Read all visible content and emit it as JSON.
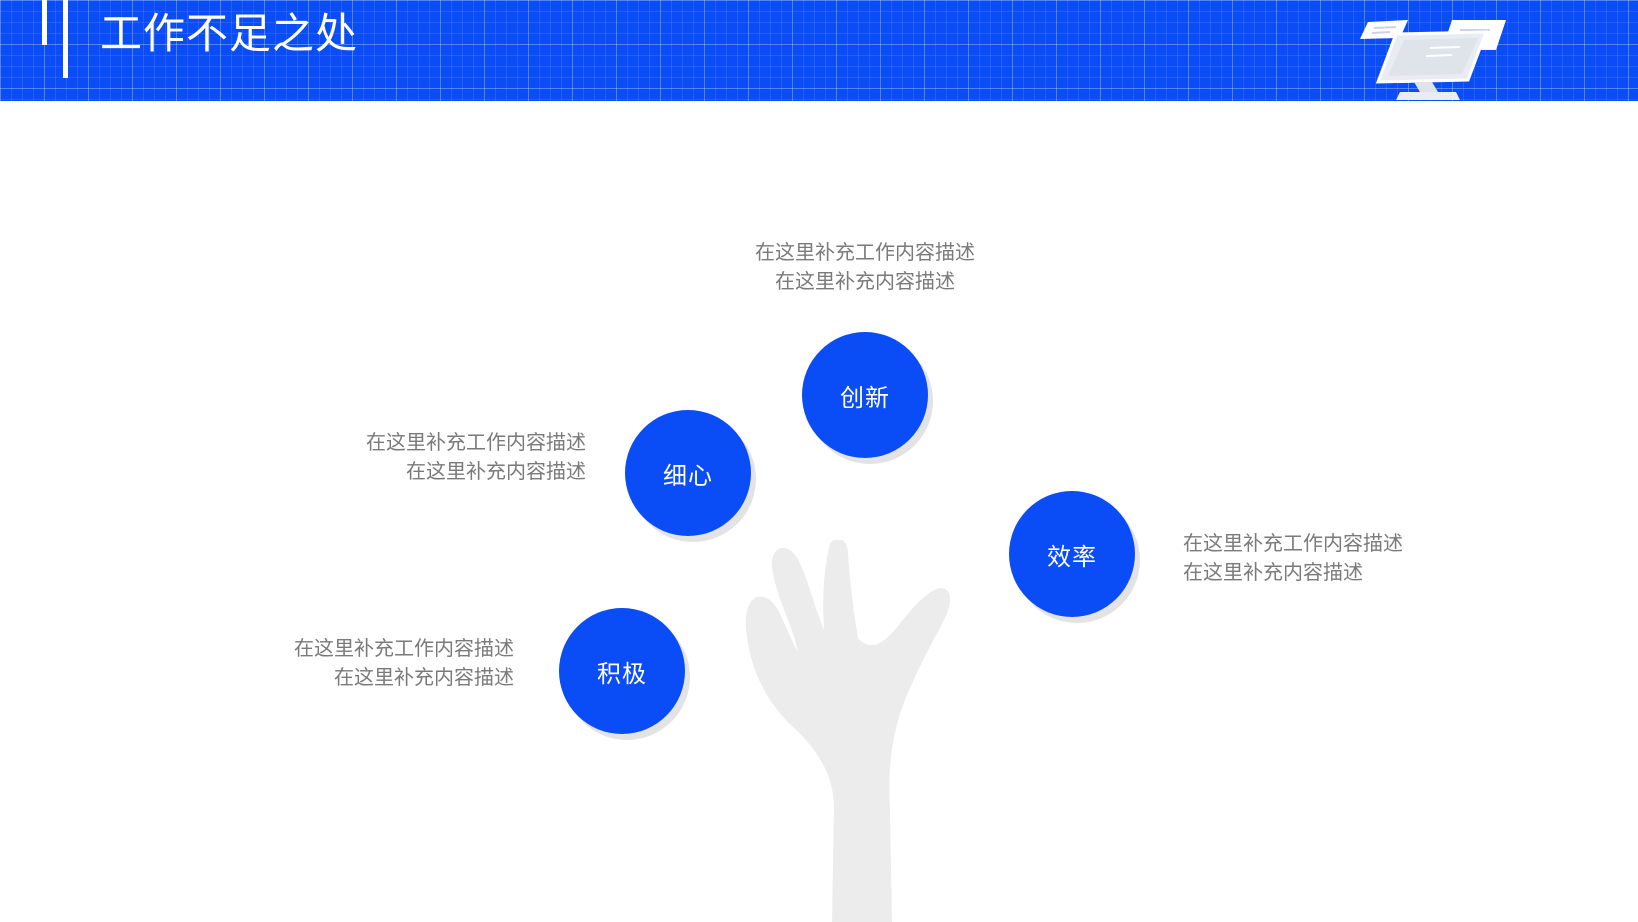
{
  "header": {
    "title": "工作不足之处"
  },
  "nodes": [
    {
      "label": "创新",
      "desc_line1": "在这里补充工作内容描述",
      "desc_line2": "在这里补充内容描述"
    },
    {
      "label": "细心",
      "desc_line1": "在这里补充工作内容描述",
      "desc_line2": "在这里补充内容描述"
    },
    {
      "label": "效率",
      "desc_line1": "在这里补充工作内容描述",
      "desc_line2": "在这里补充内容描述"
    },
    {
      "label": "积极",
      "desc_line1": "在这里补充工作内容描述",
      "desc_line2": "在这里补充内容描述"
    }
  ],
  "colors": {
    "primary": "#0a4cf5",
    "text_gray": "#7a7a7a",
    "hand_gray": "#ececec",
    "shadow": "#e3e3e3"
  },
  "icons": {
    "header_decoration": "laptop-icon",
    "illustration": "hand-icon"
  }
}
